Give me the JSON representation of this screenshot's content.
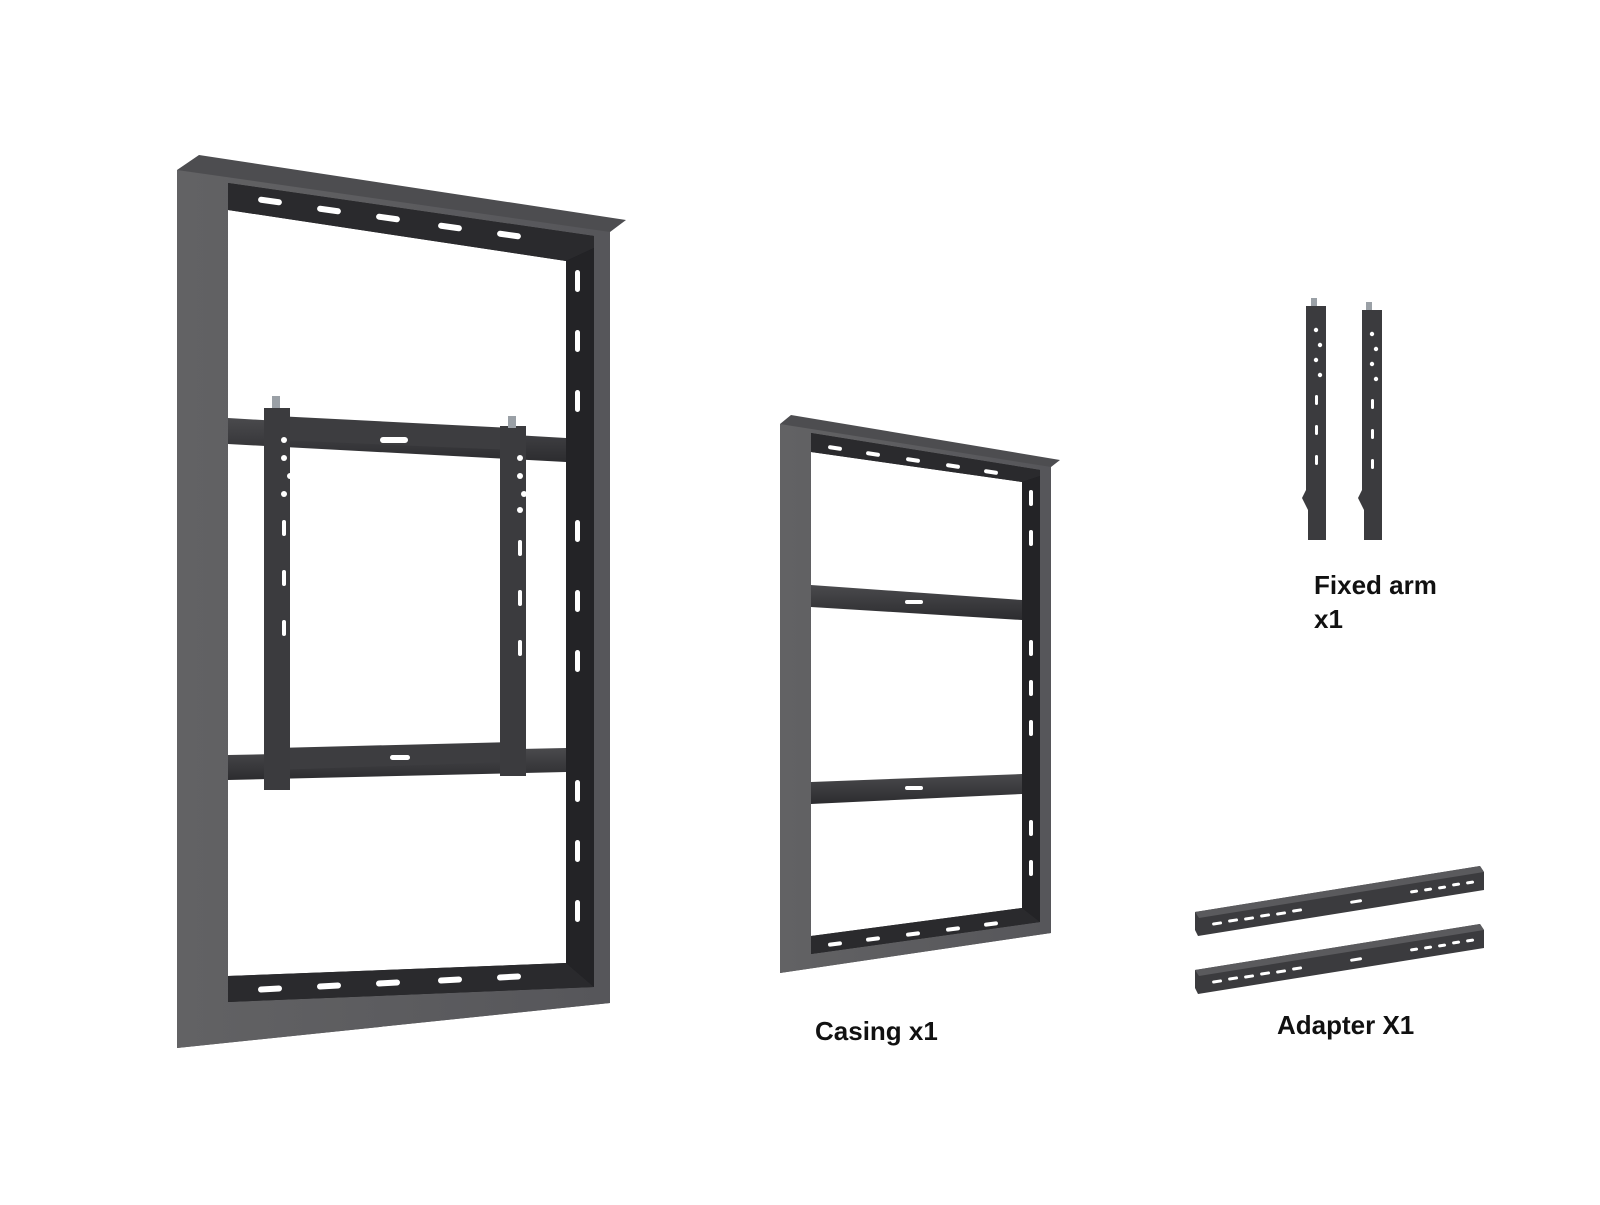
{
  "colors": {
    "frame_outer": "#5f5f61",
    "frame_edge": "#4a4a4c",
    "frame_inner_dark": "#1e1e20",
    "rail": "#3a3a3c",
    "slot": "#ffffff",
    "background": "#ffffff"
  },
  "items": {
    "casing": {
      "label": "Casing x1"
    },
    "fixed_arm": {
      "label_line1": "Fixed arm",
      "label_line2": "x1"
    },
    "adapter": {
      "label": "Adapter X1"
    }
  }
}
